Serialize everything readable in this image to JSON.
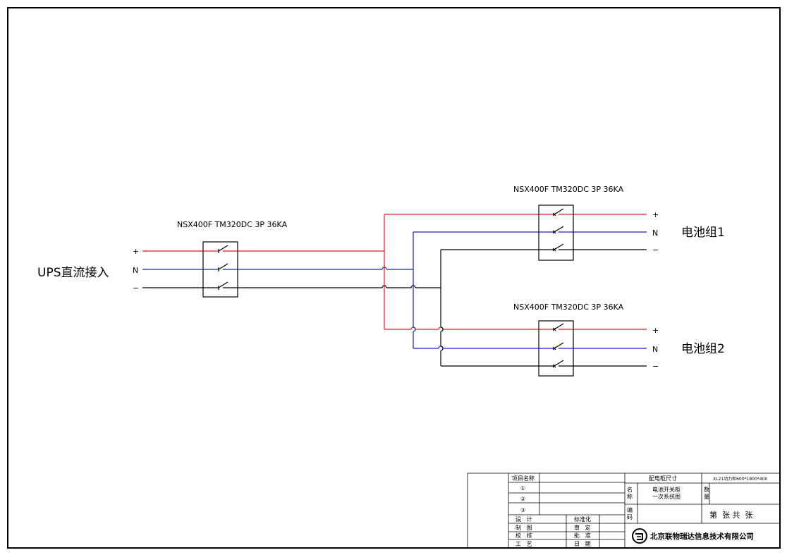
{
  "diagram": {
    "input_label": "UPS直流接入",
    "breaker_model": "NSX400F  TM320DC  3P  36KA",
    "polarity": {
      "plus": "+",
      "neutral": "N",
      "minus": "−"
    },
    "battery_group_1": "电池组1",
    "battery_group_2": "电池组2",
    "colors": {
      "positive": "#e8161c",
      "neutral": "#1a1ae0",
      "negative": "#000000"
    }
  },
  "title_block": {
    "project_name_label": "项目名称",
    "row1": "①",
    "row2": "②",
    "row3": "③",
    "cabinet_size_label": "配电柜尺寸",
    "cabinet_size_value": "XL21动力柜600*1800*400",
    "name_label_1": "名",
    "name_label_2": "称",
    "drawing_name_1": "电池开关柜",
    "drawing_name_2": "一次系统图",
    "qty_label_1": "数",
    "qty_label_2": "量",
    "code_label_1": "编",
    "code_label_2": "码",
    "sheet_no": "第  张 共  张",
    "design": "设   计",
    "standard": "标准化",
    "draw": "制   图",
    "review": "审   定",
    "check": "校   核",
    "approve": "批   准",
    "process": "工   艺",
    "date": "日   期",
    "company": "北京联物瑞达信息技术有限公司"
  }
}
